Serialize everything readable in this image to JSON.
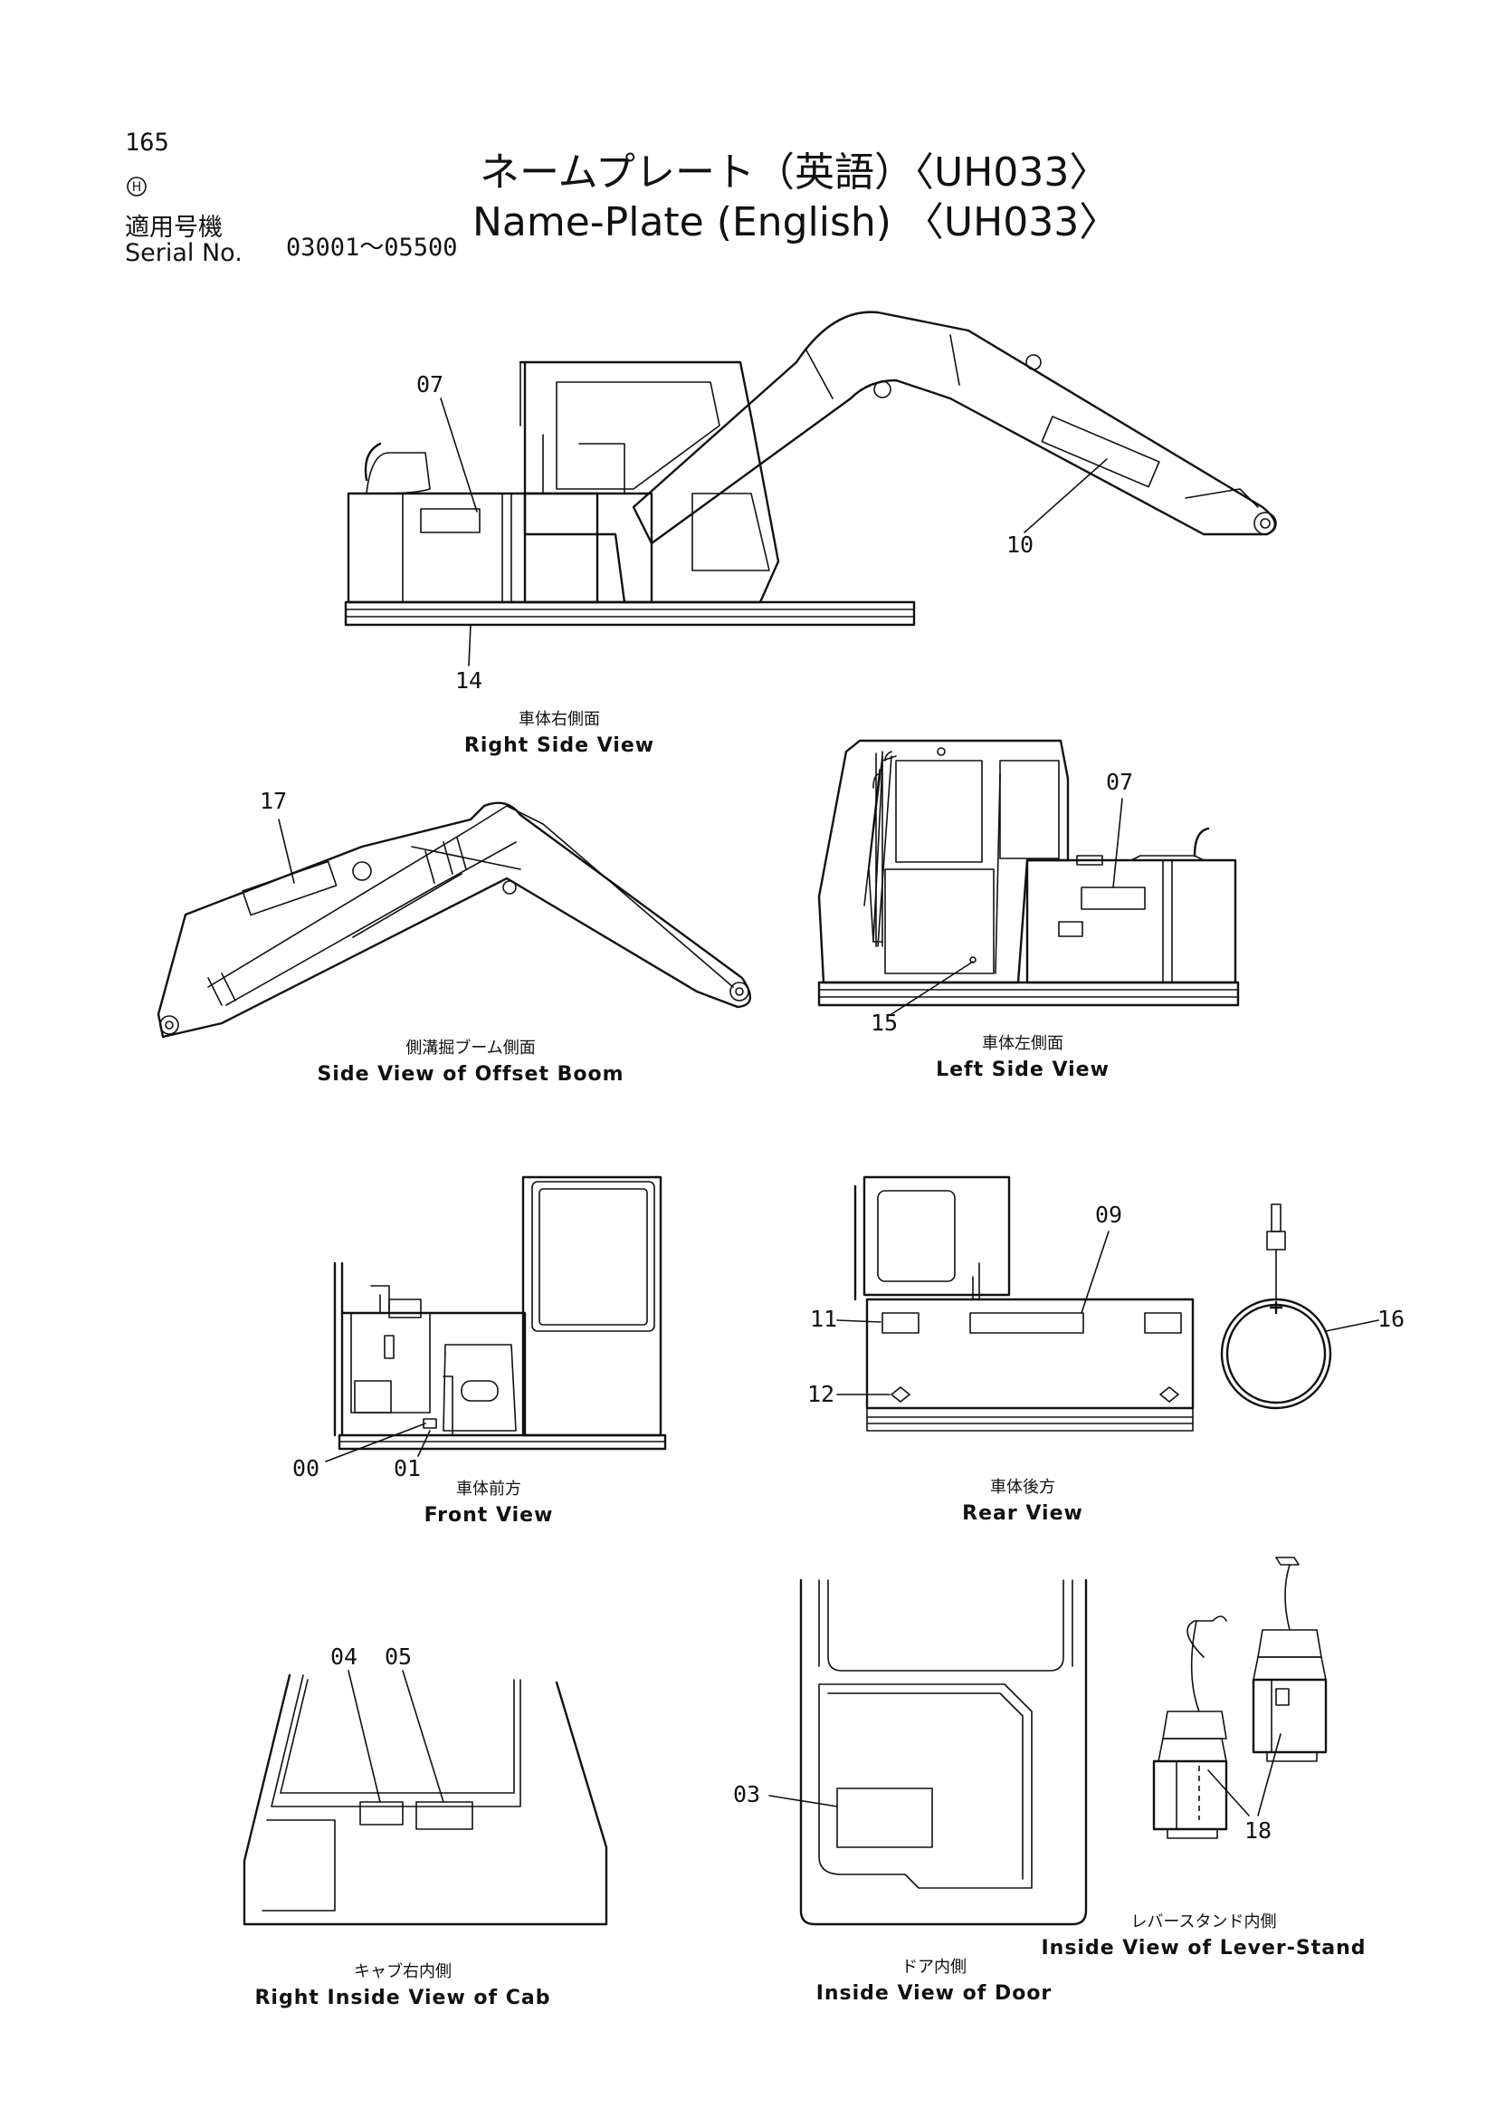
{
  "header": {
    "page_number": "165",
    "maker_mark": "H",
    "serial_label_jp": "適用号機",
    "serial_label_en": "Serial No.",
    "serial_range": "03001～05500",
    "title_jp": "ネームプレート（英語）〈UH033〉",
    "title_en": "Name-Plate (English) 〈UH033〉"
  },
  "views": {
    "right_side": {
      "caption_jp": "車体右側面",
      "caption_en": "Right Side View",
      "callouts": [
        "07",
        "10",
        "14"
      ]
    },
    "offset_boom": {
      "caption_jp": "側溝掘ブーム側面",
      "caption_en": "Side View of Offset Boom",
      "callouts": [
        "17"
      ]
    },
    "left_side": {
      "caption_jp": "車体左側面",
      "caption_en": "Left Side View",
      "callouts": [
        "07",
        "15"
      ]
    },
    "front": {
      "caption_jp": "車体前方",
      "caption_en": "Front View",
      "callouts": [
        "00",
        "01"
      ]
    },
    "rear": {
      "caption_jp": "車体後方",
      "caption_en": "Rear View",
      "callouts": [
        "09",
        "11",
        "12",
        "16"
      ]
    },
    "cab_inside": {
      "caption_jp": "キャブ右内側",
      "caption_en": "Right Inside View of Cab",
      "callouts": [
        "04",
        "05"
      ]
    },
    "door_inside": {
      "caption_jp": "ドア内側",
      "caption_en": "Inside View of Door",
      "callouts": [
        "03"
      ]
    },
    "lever_stand": {
      "caption_jp": "レバースタンド内側",
      "caption_en": "Inside View of Lever-Stand",
      "callouts": [
        "18"
      ]
    }
  }
}
